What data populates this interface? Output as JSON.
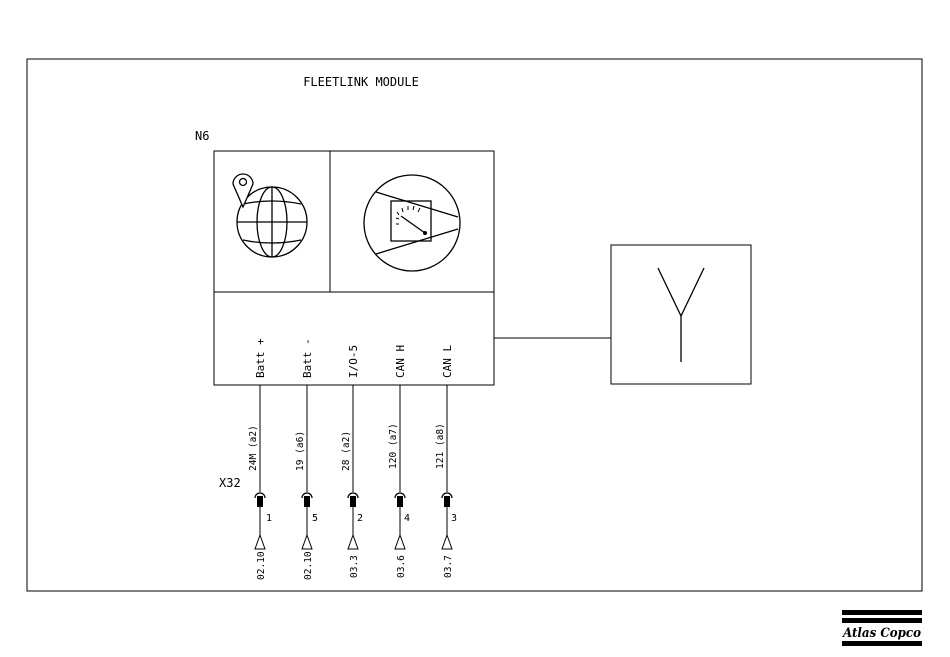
{
  "diagram": {
    "title": "FLEETLINK MODULE",
    "module_ref": "N6",
    "connector_ref": "X32",
    "signals": [
      {
        "label": "Batt +",
        "wire": "24M (a2)",
        "pin": "1",
        "ref": "02.10"
      },
      {
        "label": "Batt -",
        "wire": "19  (a6)",
        "pin": "5",
        "ref": "02.10"
      },
      {
        "label": "I/O-5",
        "wire": "28  (a2)",
        "pin": "2",
        "ref": "03.3"
      },
      {
        "label": "CAN H",
        "wire": "120 (a7)",
        "pin": "4",
        "ref": "03.6"
      },
      {
        "label": "CAN L",
        "wire": "121 (a8)",
        "pin": "3",
        "ref": "03.7"
      }
    ],
    "icons": [
      "gps-globe-icon",
      "gauge-meter-icon",
      "antenna-icon"
    ]
  },
  "brand": {
    "logo_text": "Atlas Copco"
  }
}
